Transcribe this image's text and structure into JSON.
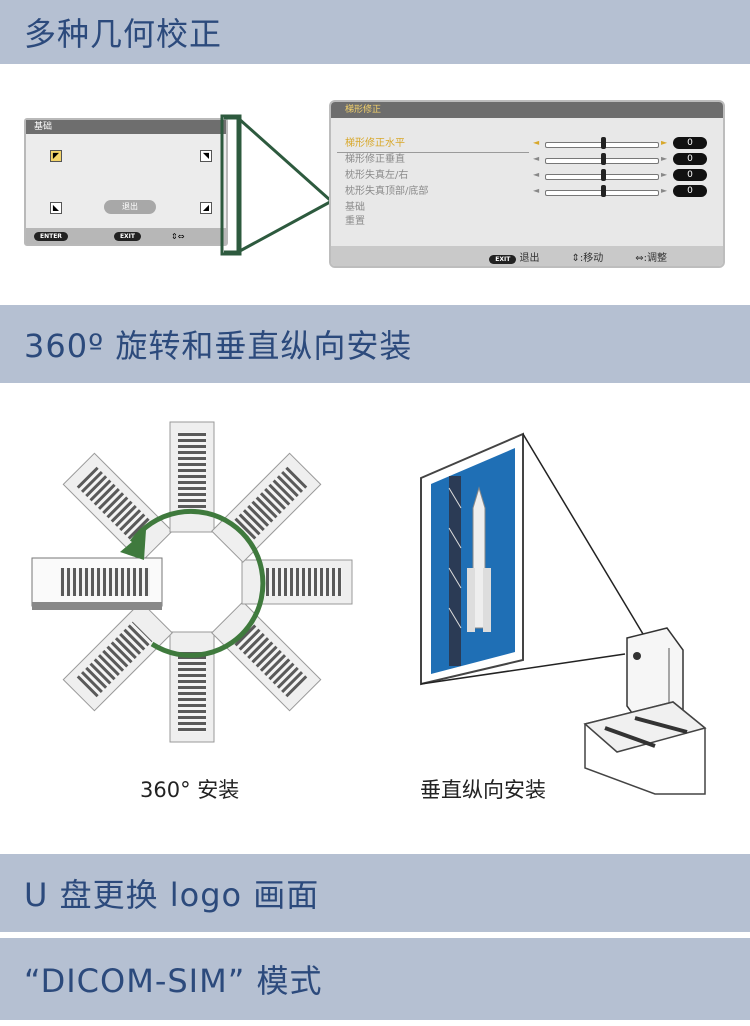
{
  "sections": {
    "s1_title": "多种几何校正",
    "s2_title": "360º 旋转和垂直纵向安装",
    "s3_title": "U 盘更换 logo 画面",
    "s4_title": "“DICOM-SIM” 模式"
  },
  "basic_menu": {
    "title": "基础",
    "exit_label": "退出",
    "footer_keys": [
      "ENTER",
      "EXIT"
    ],
    "footer_hint": "⇕⇔"
  },
  "keystone_menu": {
    "title": "梯形修正",
    "items": [
      "梯形修正水平",
      "梯形修正垂直",
      "枕形失真左/右",
      "枕形失真顶部/底部",
      "基础",
      "重置"
    ],
    "values": [
      "0",
      "0",
      "0",
      "0"
    ],
    "footer": {
      "exit_key": "EXIT",
      "exit_label": "退出",
      "move_label": "⇕:移动",
      "adjust_label": "⇔:调整"
    }
  },
  "captions": {
    "rotation": "360°  安装",
    "portrait": "垂直纵向安装"
  },
  "colors": {
    "band_bg": "#b5c0d2",
    "band_text": "#2c4a7c",
    "rotation_arrow": "#3f7a3d",
    "screen_blue": "#1f6fb5"
  }
}
